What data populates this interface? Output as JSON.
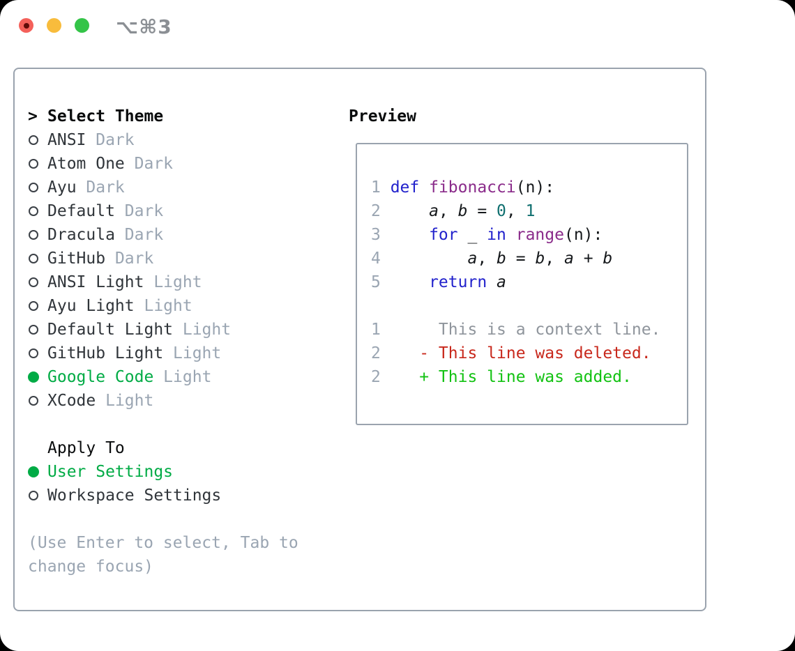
{
  "window": {
    "title": "⌥⌘3"
  },
  "colors": {
    "accent_green": "#00ab45",
    "diff_red": "#c8281c",
    "diff_green": "#12c212",
    "keyword_blue": "#2222cc",
    "type_purple": "#8a2b8a",
    "literal_teal": "#0f6f6f",
    "muted_gray": "#9aa5b2",
    "border_gray": "#9aa3ae",
    "traffic_red": "#f4605a",
    "traffic_yellow": "#f8bc3c",
    "traffic_green": "#34c448"
  },
  "theme_list": {
    "header_marker": ">",
    "header": "Select Theme",
    "items": [
      {
        "name": "ANSI",
        "variant": "Dark",
        "selected": false
      },
      {
        "name": "Atom One",
        "variant": "Dark",
        "selected": false
      },
      {
        "name": "Ayu",
        "variant": "Dark",
        "selected": false
      },
      {
        "name": "Default",
        "variant": "Dark",
        "selected": false
      },
      {
        "name": "Dracula",
        "variant": "Dark",
        "selected": false
      },
      {
        "name": "GitHub",
        "variant": "Dark",
        "selected": false
      },
      {
        "name": "ANSI Light",
        "variant": "Light",
        "selected": false
      },
      {
        "name": "Ayu Light",
        "variant": "Light",
        "selected": false
      },
      {
        "name": "Default Light",
        "variant": "Light",
        "selected": false
      },
      {
        "name": "GitHub Light",
        "variant": "Light",
        "selected": false
      },
      {
        "name": "Google Code",
        "variant": "Light",
        "selected": true
      },
      {
        "name": "XCode",
        "variant": "Light",
        "selected": false
      }
    ]
  },
  "apply_to": {
    "header": "Apply To",
    "options": [
      {
        "label": "User Settings",
        "selected": true
      },
      {
        "label": "Workspace Settings",
        "selected": false
      }
    ]
  },
  "help_text": "(Use Enter to select, Tab to change focus)",
  "preview": {
    "header": "Preview",
    "lines": [
      {
        "num": "",
        "tokens": []
      },
      {
        "num": "1",
        "tokens": [
          [
            "kwd",
            "def"
          ],
          [
            "pln",
            " "
          ],
          [
            "typ",
            "fibonacci"
          ],
          [
            "pln",
            "(n):"
          ]
        ]
      },
      {
        "num": "2",
        "tokens": [
          [
            "pln",
            "    "
          ],
          [
            "var",
            "a"
          ],
          [
            "pln",
            ", "
          ],
          [
            "var",
            "b"
          ],
          [
            "pln",
            " = "
          ],
          [
            "lit",
            "0"
          ],
          [
            "pln",
            ", "
          ],
          [
            "lit",
            "1"
          ]
        ]
      },
      {
        "num": "3",
        "tokens": [
          [
            "pln",
            "    "
          ],
          [
            "kwd",
            "for"
          ],
          [
            "pln",
            " _ "
          ],
          [
            "kwd",
            "in"
          ],
          [
            "pln",
            " "
          ],
          [
            "typ",
            "range"
          ],
          [
            "pln",
            "(n):"
          ]
        ]
      },
      {
        "num": "4",
        "tokens": [
          [
            "pln",
            "        "
          ],
          [
            "var",
            "a"
          ],
          [
            "pln",
            ", "
          ],
          [
            "var",
            "b"
          ],
          [
            "pln",
            " = "
          ],
          [
            "var",
            "b"
          ],
          [
            "pln",
            ", "
          ],
          [
            "var",
            "a"
          ],
          [
            "pln",
            " + "
          ],
          [
            "var",
            "b"
          ]
        ]
      },
      {
        "num": "5",
        "tokens": [
          [
            "pln",
            "    "
          ],
          [
            "kwd",
            "return"
          ],
          [
            "pln",
            " "
          ],
          [
            "var",
            "a"
          ]
        ]
      },
      {
        "num": "",
        "tokens": []
      },
      {
        "num": "1",
        "tokens": [
          [
            "ctx",
            "     This is a context line."
          ]
        ]
      },
      {
        "num": "2",
        "tokens": [
          [
            "del",
            "   - This line was deleted."
          ]
        ]
      },
      {
        "num": "2",
        "tokens": [
          [
            "add",
            "   + This line was added."
          ]
        ]
      },
      {
        "num": "",
        "tokens": []
      }
    ]
  }
}
